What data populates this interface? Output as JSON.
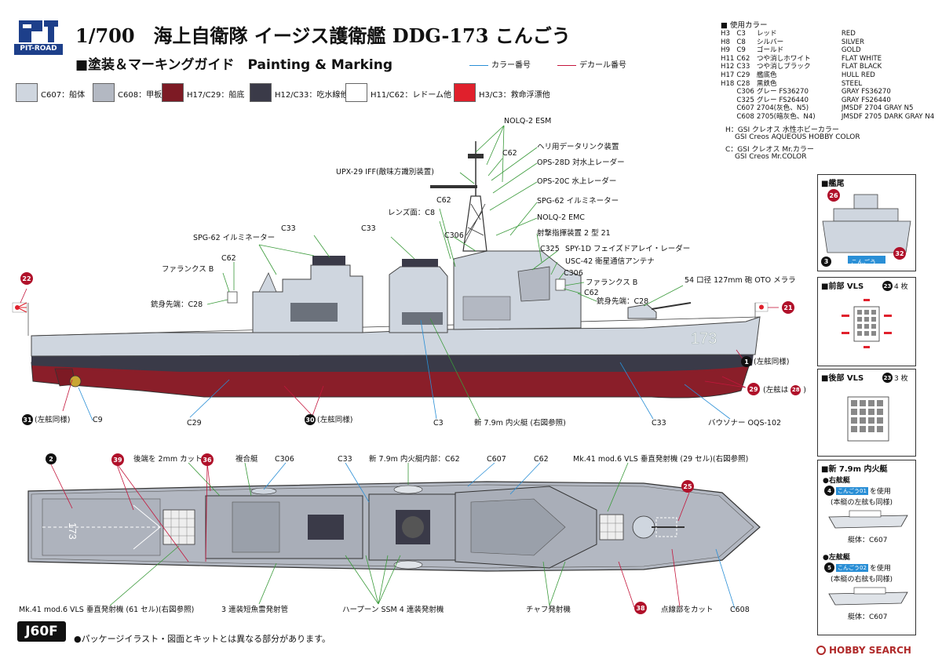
{
  "header": {
    "logo_text": "PIT-ROAD",
    "title": "1/700　海上自衛隊 イージス護衛艦 DDG-173 こんごう",
    "subtitle": "■塗装＆マーキングガイド　Painting & Marking",
    "legend_color_no": "カラー番号",
    "legend_decal_no": "デカール番号",
    "legend_color_hex": "#2a8fd6",
    "legend_decal_hex": "#c4163c"
  },
  "swatches": [
    {
      "label": "C607：船体",
      "color": "#cfd6df"
    },
    {
      "label": "C608：甲板",
      "color": "#b3b8c2"
    },
    {
      "label": "H17/C29：船底",
      "color": "#7d1a24"
    },
    {
      "label": "H12/C33：吃水線他",
      "color": "#3a3a48"
    },
    {
      "label": "H11/C62：レドーム他",
      "color": "#ffffff"
    },
    {
      "label": "H3/C3：救命浮漂他",
      "color": "#e0202c"
    }
  ],
  "color_table": {
    "title": "■ 使用カラー",
    "rows": [
      [
        "H3",
        "C3",
        "レッド",
        "RED"
      ],
      [
        "H8",
        "C8",
        "シルバー",
        "SILVER"
      ],
      [
        "H9",
        "C9",
        "ゴールド",
        "GOLD"
      ],
      [
        "H11",
        "C62",
        "つや消しホワイト",
        "FLAT WHITE"
      ],
      [
        "H12",
        "C33",
        "つや消しブラック",
        "FLAT BLACK"
      ],
      [
        "H17",
        "C29",
        "艦底色",
        "HULL RED"
      ],
      [
        "H18",
        "C28",
        "黒鉄色",
        "STEEL"
      ],
      [
        "",
        "C306",
        "グレー FS36270",
        "GRAY FS36270"
      ],
      [
        "",
        "C325",
        "グレー FS26440",
        "GRAY FS26440"
      ],
      [
        "",
        "C607",
        "2704(灰色、N5)",
        "JMSDF 2704 GRAY N5"
      ],
      [
        "",
        "C608",
        "2705(暗灰色、N4)",
        "JMSDF 2705 DARK GRAY N4"
      ]
    ],
    "note_h": "H：GSI クレオス 水性ホビーカラー",
    "note_h_en": "GSI Creos AQUEOUS HOBBY COLOR",
    "note_c": "C：GSI クレオス Mr.カラー",
    "note_c_en": "GSI Creos Mr.COLOR"
  },
  "side_labels": {
    "nolq2esm": "NOLQ-2 ESM",
    "c62_a": "C62",
    "heli": "ヘリ用データリンク装置",
    "ops28d": "OPS-28D 対水上レーダー",
    "upx29": "UPX-29 IFF(敵味方識別装置)",
    "ops20c": "OPS-20C 水上レーダー",
    "c62_b": "C62",
    "spg62_a": "SPG-62 イルミネーター",
    "lens": "レンズ面：C8",
    "nolq2emc": "NOLQ-2 EMC",
    "c33_a": "C33",
    "c33_b": "C33",
    "c306_a": "C306",
    "fcs": "射撃指揮装置 2 型 21",
    "spg62_b": "SPG-62 イルミネーター",
    "c325": "C325",
    "spy1d": "SPY-1D フェイズドアレイ・レーダー",
    "c62_c": "C62",
    "usc42": "USC-42 衛星通信アンテナ",
    "phalanx_a": "ファランクス B",
    "c306_b": "C306",
    "phalanx_b": "ファランクス B",
    "gun": "54 口径 127mm 砲 OTO メララ",
    "c62_d": "C62",
    "barrel_a": "銃身先端：C28",
    "barrel_b": "銃身先端：C28",
    "same_port_1": "(左舷同様)",
    "same_port_31": "(左舷同様)",
    "c9": "C9",
    "c29": "C29",
    "same_port_30": "(左舷同様)",
    "c3": "C3",
    "boat": "新 7.9m 内火艇 (右図参照)",
    "c33_c": "C33",
    "sonar": "バウソナー OQS-102",
    "port_28": "(左舷は",
    "port_28_end": ")"
  },
  "hull_number": "173",
  "deck_number": "173",
  "top_labels": {
    "cut_2mm": "後端を 2mm カット",
    "combined_boat": "複合艇",
    "c306": "C306",
    "c33": "C33",
    "boat_inside": "新 7.9m 内火艇内部：C62",
    "c607": "C607",
    "c62": "C62",
    "mk41_fwd": "Mk.41 mod.6 VLS 垂直発射機 (29 セル)(右図参照)",
    "mk41_aft": "Mk.41 mod.6 VLS 垂直発射機 (61 セル)(右図参照)",
    "torpedo": "3 連装短魚雷発射管",
    "harpoon": "ハープーン SSM 4 連装発射機",
    "chaff": "チャフ発射機",
    "dotted_cut": "点線部をカット",
    "c608": "C608"
  },
  "decals": [
    "22",
    "21",
    "1",
    "29",
    "28",
    "31",
    "30",
    "2",
    "39",
    "36",
    "25",
    "38",
    "26",
    "3",
    "32",
    "23",
    "4",
    "5"
  ],
  "panels": {
    "stern": {
      "title": "■艦尾",
      "name_plate": "こんごう"
    },
    "vls_fwd": {
      "title": "■前部 VLS",
      "count": "4 枚"
    },
    "vls_aft": {
      "title": "■後部 VLS",
      "count": "3 枚"
    },
    "boat": {
      "title": "■新 7.9m 内火艇",
      "starboard": "●右舷艇",
      "starboard_use": "を使用",
      "starboard_note": "(本艇の左舷も同様)",
      "starboard_hull": "艇体：C607",
      "port": "●左舷艇",
      "port_use": "を使用",
      "port_note": "(本艇の右舷も同様)",
      "port_hull": "艇体：C607",
      "plate_1": "こんごう01",
      "plate_2": "こんごう02"
    }
  },
  "footer": {
    "code": "J60F",
    "note": "●パッケージイラスト・図面とキットとは異なる部分があります。",
    "watermark": "HOBBY SEARCH"
  }
}
